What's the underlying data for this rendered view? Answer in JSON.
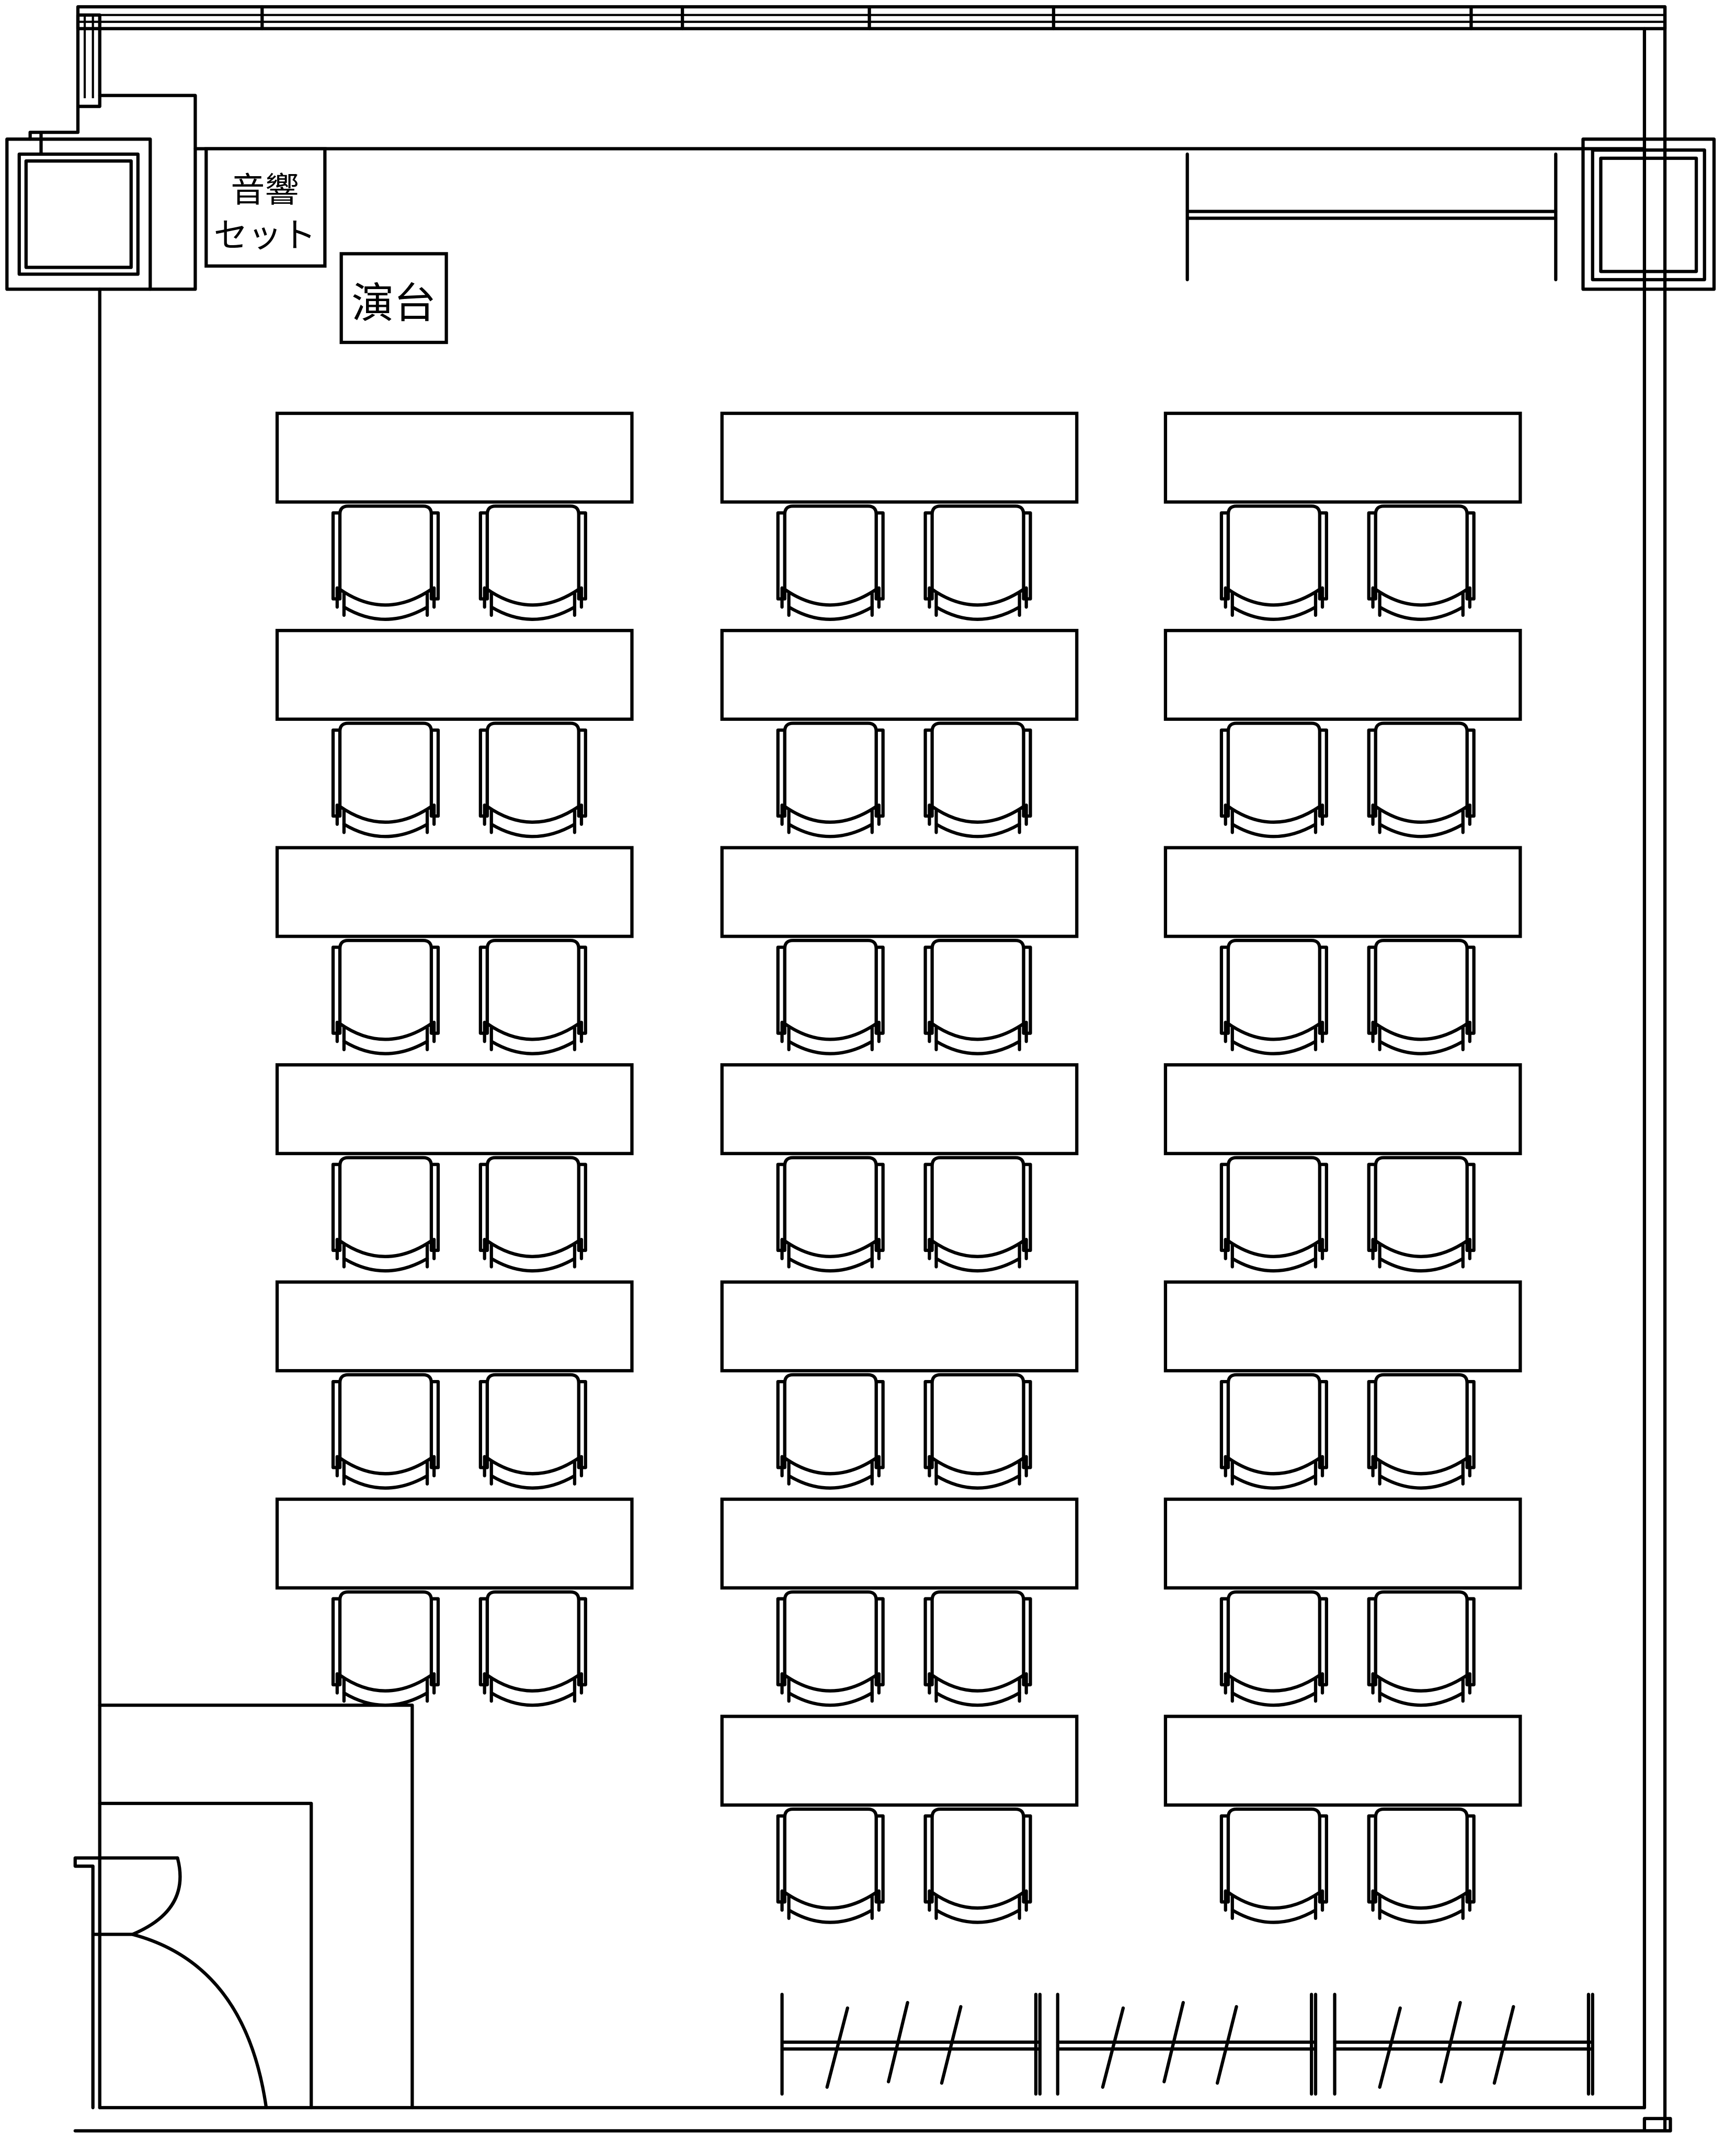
{
  "labels": {
    "sound_set_line1": "音響",
    "sound_set_line2": "セット",
    "podium": "演台"
  },
  "layout_counts": {
    "table_columns": 3,
    "tables_per_column": [
      6,
      7,
      7
    ],
    "chairs_per_table": 2,
    "partition_stands": 3
  }
}
